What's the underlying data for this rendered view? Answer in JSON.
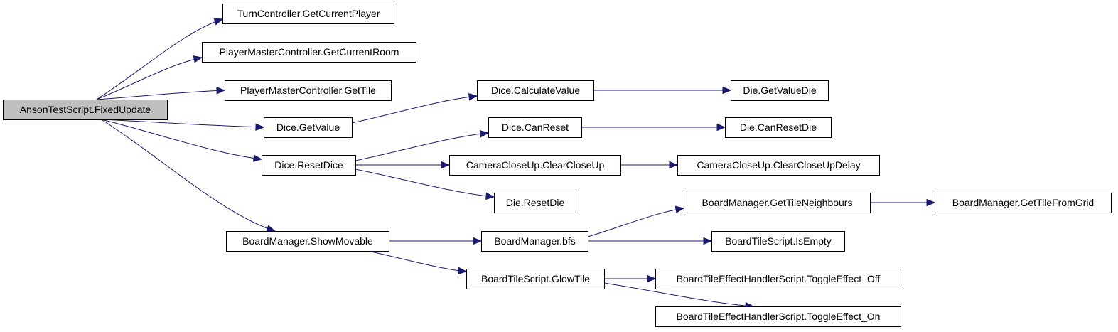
{
  "diagram": {
    "type": "call-graph",
    "root": "AnsonTestScript.FixedUpdate",
    "colors": {
      "node_fill": "#ffffff",
      "root_fill": "#bfbfbf",
      "border": "#000000",
      "edge": "#191970"
    },
    "nodes": [
      {
        "id": "fixedupdate",
        "label": "AnsonTestScript.FixedUpdate"
      },
      {
        "id": "getcurrentplayer",
        "label": "TurnController.GetCurrentPlayer"
      },
      {
        "id": "getcurrentroom",
        "label": "PlayerMasterController.GetCurrentRoom"
      },
      {
        "id": "gettile",
        "label": "PlayerMasterController.GetTile"
      },
      {
        "id": "dice-getvalue",
        "label": "Dice.GetValue"
      },
      {
        "id": "dice-resetdice",
        "label": "Dice.ResetDice"
      },
      {
        "id": "showmovable",
        "label": "BoardManager.ShowMovable"
      },
      {
        "id": "calculatevalue",
        "label": "Dice.CalculateValue"
      },
      {
        "id": "canreset",
        "label": "Dice.CanReset"
      },
      {
        "id": "clearcloseup",
        "label": "CameraCloseUp.ClearCloseUp"
      },
      {
        "id": "die-resetdie",
        "label": "Die.ResetDie"
      },
      {
        "id": "bfs",
        "label": "BoardManager.bfs"
      },
      {
        "id": "glowtile",
        "label": "BoardTileScript.GlowTile"
      },
      {
        "id": "getvaluedie",
        "label": "Die.GetValueDie"
      },
      {
        "id": "canresetdie",
        "label": "Die.CanResetDie"
      },
      {
        "id": "clearcloseupdelay",
        "label": "CameraCloseUp.ClearCloseUpDelay"
      },
      {
        "id": "gettileneighbours",
        "label": "BoardManager.GetTileNeighbours"
      },
      {
        "id": "isempty",
        "label": "BoardTileScript.IsEmpty"
      },
      {
        "id": "toggleeffect-off",
        "label": "BoardTileEffectHandlerScript.ToggleEffect_Off"
      },
      {
        "id": "toggleeffect-on",
        "label": "BoardTileEffectHandlerScript.ToggleEffect_On"
      },
      {
        "id": "gettilefromgrid",
        "label": "BoardManager.GetTileFromGrid"
      }
    ],
    "edges": [
      {
        "from": "fixedupdate",
        "to": "getcurrentplayer"
      },
      {
        "from": "fixedupdate",
        "to": "getcurrentroom"
      },
      {
        "from": "fixedupdate",
        "to": "gettile"
      },
      {
        "from": "fixedupdate",
        "to": "dice-getvalue"
      },
      {
        "from": "fixedupdate",
        "to": "dice-resetdice"
      },
      {
        "from": "fixedupdate",
        "to": "showmovable"
      },
      {
        "from": "dice-getvalue",
        "to": "calculatevalue"
      },
      {
        "from": "calculatevalue",
        "to": "getvaluedie"
      },
      {
        "from": "dice-resetdice",
        "to": "canreset"
      },
      {
        "from": "dice-resetdice",
        "to": "clearcloseup"
      },
      {
        "from": "dice-resetdice",
        "to": "die-resetdie"
      },
      {
        "from": "canreset",
        "to": "canresetdie"
      },
      {
        "from": "clearcloseup",
        "to": "clearcloseupdelay"
      },
      {
        "from": "showmovable",
        "to": "bfs"
      },
      {
        "from": "showmovable",
        "to": "glowtile"
      },
      {
        "from": "bfs",
        "to": "gettileneighbours"
      },
      {
        "from": "bfs",
        "to": "isempty"
      },
      {
        "from": "gettileneighbours",
        "to": "gettilefromgrid"
      },
      {
        "from": "glowtile",
        "to": "toggleeffect-off"
      },
      {
        "from": "glowtile",
        "to": "toggleeffect-on"
      }
    ]
  }
}
